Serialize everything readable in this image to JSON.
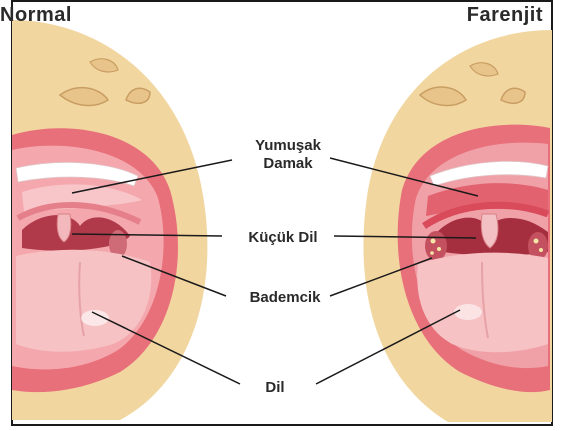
{
  "titles": {
    "left": "Normal",
    "right": "Farenjit"
  },
  "labels": {
    "soft_palate": "Yumuşak\nDamak",
    "uvula": "Küçük Dil",
    "tonsil": "Bademcik",
    "tongue": "Dil"
  },
  "colors": {
    "skin": "#f2d6a0",
    "lip": "#e8707a",
    "mouth_inner": "#f4a8ae",
    "throat": "#b03a4a",
    "tongue": "#f6c2c4",
    "teeth": "#ffffff",
    "inflamed": "#d94a5a",
    "pus": "#f3e6a6",
    "border": "#1a1a1a"
  }
}
